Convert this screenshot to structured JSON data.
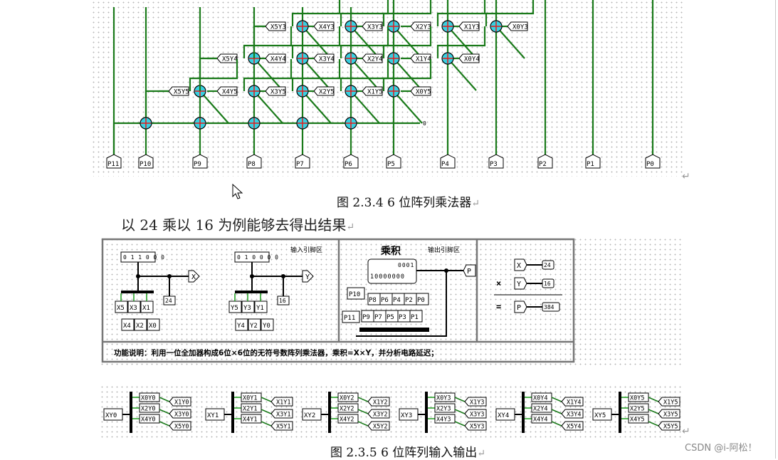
{
  "fig1": {
    "caption": "图 2.3.4 6 位阵列乘法器",
    "outputs": [
      "P11",
      "P10",
      "P9",
      "P8",
      "P7",
      "P6",
      "P5",
      "P4",
      "P3",
      "P2",
      "P1",
      "P0"
    ],
    "row_y3": [
      "X5Y3",
      "X4Y3",
      "X3Y3",
      "X2Y3",
      "X1Y3",
      "X0Y3"
    ],
    "row_y4": [
      "X5Y4",
      "X4Y4",
      "X3Y4",
      "X2Y4",
      "X1Y4",
      "X0Y4"
    ],
    "row_y5": [
      "X5Y5",
      "X4Y5",
      "X3Y5",
      "X2Y5",
      "X1Y5",
      "X0Y5"
    ],
    "const_zero": "0"
  },
  "paragraph": "以 24 乘以 16 为例能够去得出结果",
  "fig2": {
    "input_area_label": "输入引脚区",
    "output_area_label": "输出引脚区",
    "product_title": "乘积",
    "x_bits": "011000",
    "y_bits": "010000",
    "x_pin": "X",
    "y_pin": "Y",
    "x_value": "24",
    "y_value": "16",
    "x_split_top": [
      "X5",
      "X3",
      "X1"
    ],
    "x_split_bottom": [
      "X4",
      "X2",
      "X0"
    ],
    "y_split_top": [
      "Y5",
      "Y3",
      "Y1"
    ],
    "y_split_bottom": [
      "Y4",
      "Y2",
      "Y0"
    ],
    "product_bits_line1": "0001",
    "product_bits_line2": "10000000",
    "p_pin": "P",
    "p_top": [
      "P8",
      "P6",
      "P4",
      "P2",
      "P0"
    ],
    "p_bottom": [
      "P9",
      "P7",
      "P5",
      "P3",
      "P1"
    ],
    "p10": "P10",
    "p11": "P11",
    "eq_x": "X",
    "eq_y": "Y",
    "eq_p": "P",
    "eq_times": "×",
    "eq_equals": "=",
    "eq_x_val": "24",
    "eq_y_val": "16",
    "eq_p_val": "384",
    "description": "功能说明：利用一位全加器构成6位×6位的无符号数阵列乘法器，乘积=X×Y，并分析电路延迟；"
  },
  "fig3": {
    "caption": "图 2.3.5 6 位阵列输入输出",
    "groups": [
      {
        "input": "XY0",
        "left": [
          "X0Y0",
          "X2Y0",
          "X4Y0"
        ],
        "right": [
          "X1Y0",
          "X3Y0",
          "X5Y0"
        ]
      },
      {
        "input": "XY1",
        "left": [
          "X0Y1",
          "X2Y1",
          "X4Y1"
        ],
        "right": [
          "X1Y1",
          "X3Y1",
          "X5Y1"
        ]
      },
      {
        "input": "XY2",
        "left": [
          "X0Y2",
          "X2Y2",
          "X4Y2"
        ],
        "right": [
          "X1Y2",
          "X3Y2",
          "X5Y2"
        ]
      },
      {
        "input": "XY3",
        "left": [
          "X0Y3",
          "X2Y3",
          "X4Y3"
        ],
        "right": [
          "X1Y3",
          "X3Y3",
          "X5Y3"
        ]
      },
      {
        "input": "XY4",
        "left": [
          "X0Y4",
          "X2Y4",
          "X4Y4"
        ],
        "right": [
          "X1Y4",
          "X3Y4",
          "X5Y4"
        ]
      },
      {
        "input": "XY5",
        "left": [
          "X0Y5",
          "X2Y5",
          "X4Y5"
        ],
        "right": [
          "X1Y5",
          "X3Y5",
          "X5Y5"
        ]
      }
    ]
  },
  "watermark": "CSDN @i-阿松！",
  "return_mark": "↵"
}
